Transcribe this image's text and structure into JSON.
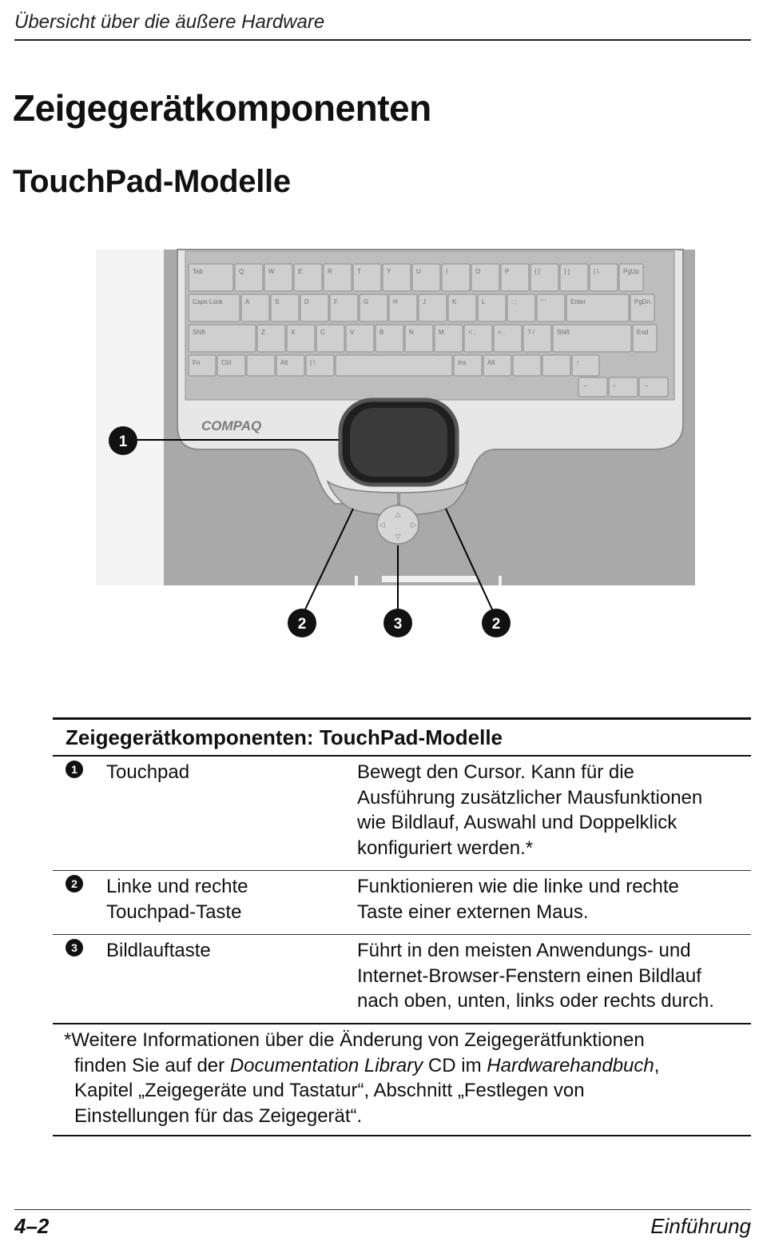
{
  "running_head": "Übersicht über die äußere Hardware",
  "heading": "Zeigegerätkomponenten",
  "subheading": "TouchPad-Modelle",
  "figure": {
    "brand": "COMPAQ",
    "callouts": [
      "1",
      "2",
      "3",
      "2"
    ],
    "keys": {
      "row1": [
        "Tab",
        "Q",
        "W",
        "E",
        "R",
        "T",
        "Y",
        "U",
        "I",
        "O",
        "P",
        "{ [",
        "} ]",
        "| \\",
        "PgUp"
      ],
      "row2": [
        "Caps Lock",
        "A",
        "S",
        "D",
        "F",
        "G",
        "H",
        "J",
        "K",
        "L",
        ": ;",
        "\" '",
        "Enter",
        "PgDn"
      ],
      "row3": [
        "Shift",
        "Z",
        "X",
        "C",
        "V",
        "B",
        "N",
        "M",
        "< ,",
        "> .",
        "? /",
        "Shift",
        "End"
      ],
      "row4": [
        "Fn",
        "Ctrl",
        "",
        "Alt",
        "| \\",
        "",
        "Ins",
        "Alt",
        "",
        "",
        "↑"
      ],
      "row5": [
        "←",
        "↓",
        "→"
      ]
    }
  },
  "table": {
    "title": "Zeigegerätkomponenten: TouchPad-Modelle",
    "rows": [
      {
        "num": "1",
        "name": [
          "Touchpad"
        ],
        "desc": [
          "Bewegt den Cursor. Kann für die",
          "Ausführung zusätzlicher Mausfunktionen",
          "wie Bildlauf, Auswahl und Doppelklick",
          "konfiguriert werden.*"
        ]
      },
      {
        "num": "2",
        "name": [
          "Linke und rechte",
          "Touchpad-Taste"
        ],
        "desc": [
          "Funktionieren wie die linke und rechte",
          "Taste einer externen Maus."
        ]
      },
      {
        "num": "3",
        "name": [
          "Bildlauftaste"
        ],
        "desc": [
          "Führt in den meisten Anwendungs- und",
          "Internet-Browser-Fenstern einen Bildlauf",
          "nach oben, unten, links oder rechts durch."
        ]
      }
    ],
    "note": {
      "l1": "*Weitere Informationen über die Änderung von Zeigegerätfunktionen",
      "l2a": "finden Sie auf der ",
      "l2b": "Documentation Library",
      "l2c": " CD im ",
      "l2d": "Hardwarehandbuch",
      "l2e": ",",
      "l3": "Kapitel „Zeigegeräte und Tastatur“, Abschnitt „Festlegen von",
      "l4": "Einstellungen für das Zeigegerät“."
    }
  },
  "footer": {
    "page": "4–2",
    "section": "Einführung"
  }
}
